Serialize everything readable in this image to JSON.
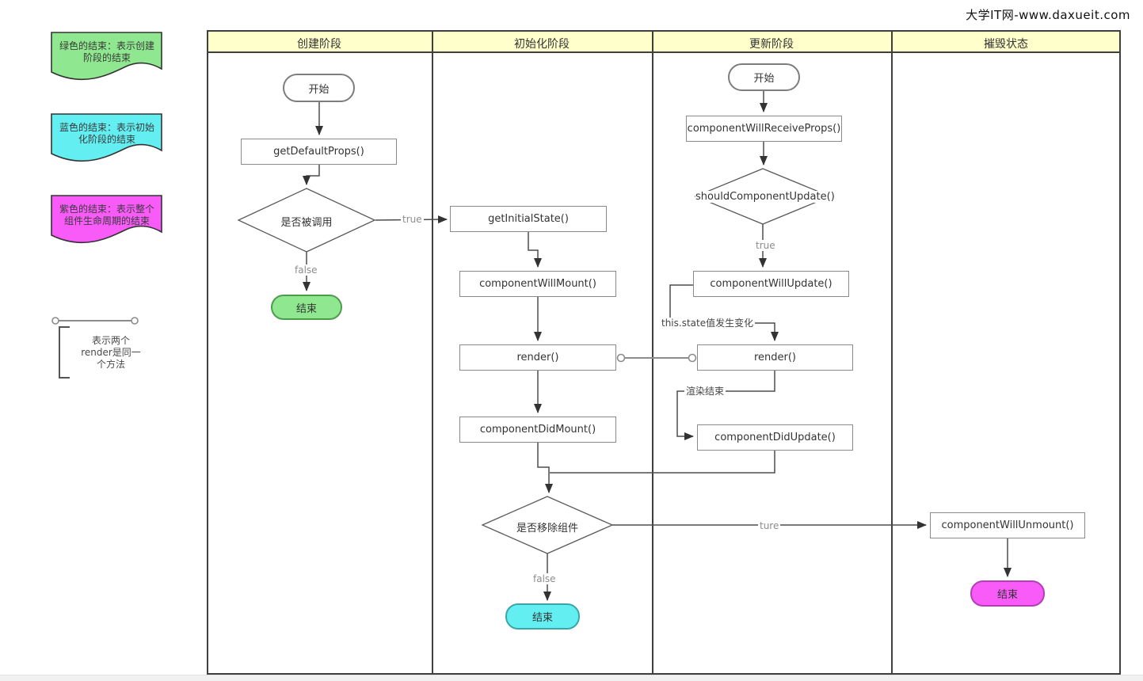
{
  "watermark": "大学IT网-www.daxueit.com",
  "legend": {
    "green_note": "绿色的结束：表示创建阶段的结束",
    "cyan_note": "蓝色的结束：表示初始化阶段的结束",
    "magenta_note": "紫色的结束：表示整个组件生命周期的结束",
    "connector_note_lines": [
      "表示两个",
      "render是同一",
      "个方法"
    ]
  },
  "lanes": [
    {
      "title": "创建阶段"
    },
    {
      "title": "初始化阶段"
    },
    {
      "title": "更新阶段"
    },
    {
      "title": "摧毁状态"
    }
  ],
  "nodes": {
    "start_create": "开始",
    "get_default_props": "getDefaultProps()",
    "is_called": "是否被调用",
    "end_create": "结束",
    "get_initial_state": "getInitialState()",
    "component_will_mount": "componentWillMount()",
    "render_init": "render()",
    "component_did_mount": "componentDidMount()",
    "is_remove": "是否移除组件",
    "end_init": "结束",
    "start_update": "开始",
    "component_will_receive_props": "componentWillReceiveProps()",
    "should_component_update": "shouldComponentUpdate()",
    "component_will_update": "componentWillUpdate()",
    "render_update": "render()",
    "component_did_update": "componentDidUpdate()",
    "component_will_unmount": "componentWillUnmount()",
    "end_unmount": "结束"
  },
  "edge_labels": {
    "called_true": "true",
    "called_false": "false",
    "update_true": "true",
    "remove_false": "false",
    "remove_true": "ture",
    "state_change": "this.state值发生变化",
    "render_done": "渲染结束"
  },
  "colors": {
    "lane_header_bg": "#FFFFCC",
    "frame_border": "#3f3f3f",
    "edge_line": "#4d4d4d",
    "green_fill": "#8FE88F",
    "green_border": "#4E9B4E",
    "cyan_fill": "#63EFF2",
    "cyan_border": "#3AA6AA",
    "magenta_fill": "#F95BF9",
    "magenta_border": "#B33FB3",
    "edge_label_gray": "#8c8c8c"
  }
}
